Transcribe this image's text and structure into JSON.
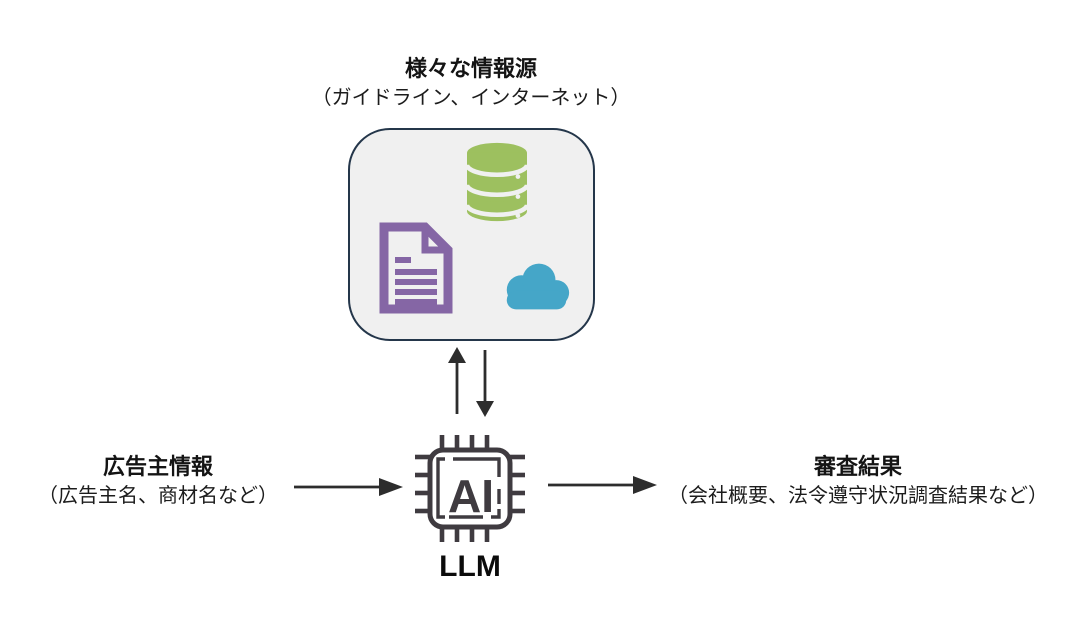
{
  "diagram": {
    "sources_box": {
      "title": "様々な情報源",
      "subtitle": "（ガイドライン、インターネット）",
      "fill_color": "#f0f0f0",
      "border_color": "#24364a",
      "icons": [
        {
          "name": "database-icon",
          "color": "#9dc05f"
        },
        {
          "name": "document-icon",
          "color": "#8566a5"
        },
        {
          "name": "cloud-icon",
          "color": "#45a6c8"
        }
      ]
    },
    "llm_node": {
      "chip_text": "AI",
      "label": "LLM",
      "icon": "ai-chip-icon",
      "color": "#3f3b40"
    },
    "input_label": {
      "title": "広告主情報",
      "subtitle": "（広告主名、商材名など）"
    },
    "output_label": {
      "title": "審査結果",
      "subtitle": "（会社概要、法令遵守状況調査結果など）"
    },
    "arrows": {
      "color": "#2d2d2d",
      "items": [
        {
          "name": "arrow-up-sources"
        },
        {
          "name": "arrow-down-to-llm"
        },
        {
          "name": "arrow-input-to-llm"
        },
        {
          "name": "arrow-llm-to-output"
        }
      ]
    }
  }
}
